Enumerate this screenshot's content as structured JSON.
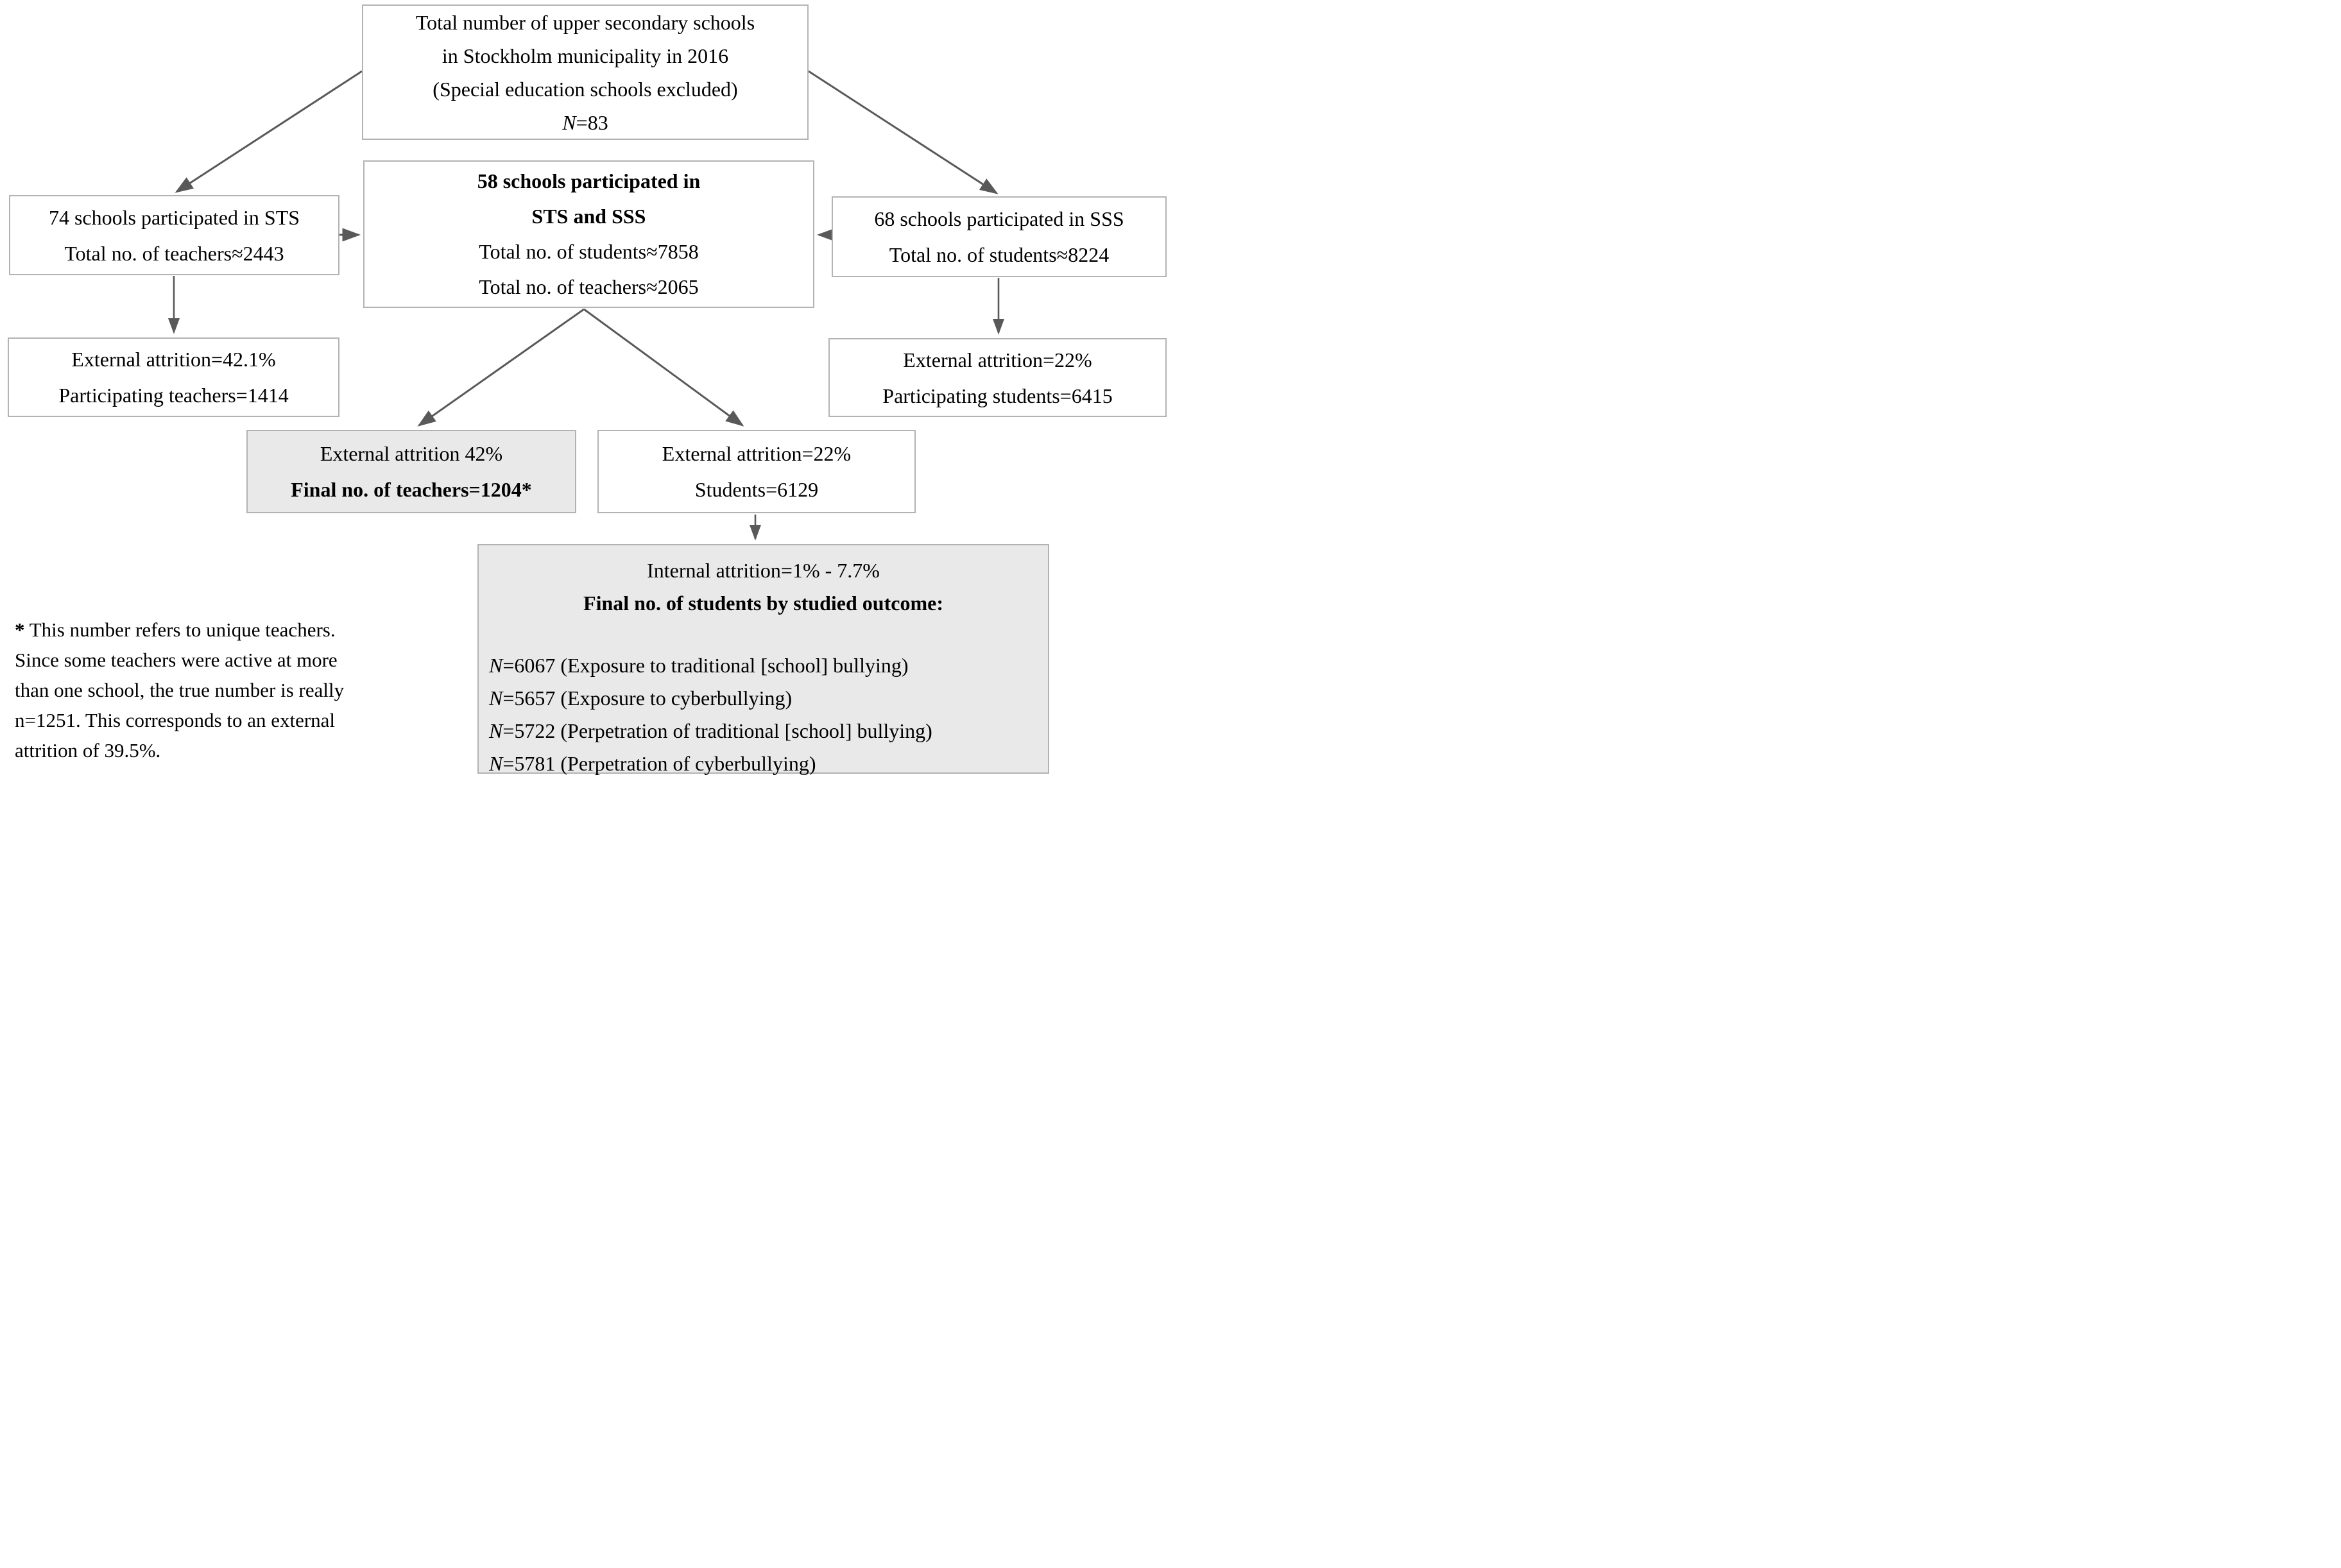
{
  "figure": {
    "title_semantic": "Study participation and attrition flowchart",
    "colors": {
      "box_border": "#b3b3b3",
      "arrow": "#595959",
      "gray_fill": "#e9e9e9",
      "text": "#000000"
    },
    "boxes": {
      "total": {
        "line1": "Total number of upper secondary schools",
        "line2": "in Stockholm municipality in 2016",
        "line3": "(Special education schools excluded)",
        "n": "N",
        "n_value": "=83"
      },
      "sts": {
        "line1": "74 schools participated in STS",
        "line2": "Total no. of teachers≈2443"
      },
      "both": {
        "line1_bold": "58 schools participated in",
        "line2_bold": "STS and SSS",
        "line3": "Total no. of students≈7858",
        "line4": "Total no. of teachers≈2065"
      },
      "sss": {
        "line1": "68 schools participated in SSS",
        "line2": "Total no. of students≈8224"
      },
      "sts_attrition": {
        "line1": "External attrition=42.1%",
        "line2": "Participating teachers=1414"
      },
      "sss_attrition": {
        "line1": "External attrition=22%",
        "line2": "Participating students=6415"
      },
      "teachers_final": {
        "line1": "External attrition 42%",
        "line2_bold": "Final no. of teachers=1204*"
      },
      "students": {
        "line1": "External attrition=22%",
        "line2": "Students=6129"
      },
      "outcomes": {
        "line1": "Internal attrition=1% - 7.7%",
        "line2_bold": "Final no. of students by studied outcome:",
        "items": [
          {
            "n": "N",
            "rest": "=6067 (Exposure to traditional [school] bullying)"
          },
          {
            "n": "N",
            "rest": "=5657 (Exposure to cyberbullying)"
          },
          {
            "n": "N",
            "rest": "=5722 (Perpetration of traditional [school] bullying)"
          },
          {
            "n": "N",
            "rest": "=5781 (Perpetration of cyberbullying)"
          }
        ]
      }
    },
    "footnote": {
      "marker": "*",
      "lines": [
        "This number refers to unique teachers.",
        "Since some teachers were active at more",
        "than one school, the true number is really",
        "n=1251. This corresponds to an external",
        "attrition of 39.5%."
      ]
    }
  }
}
